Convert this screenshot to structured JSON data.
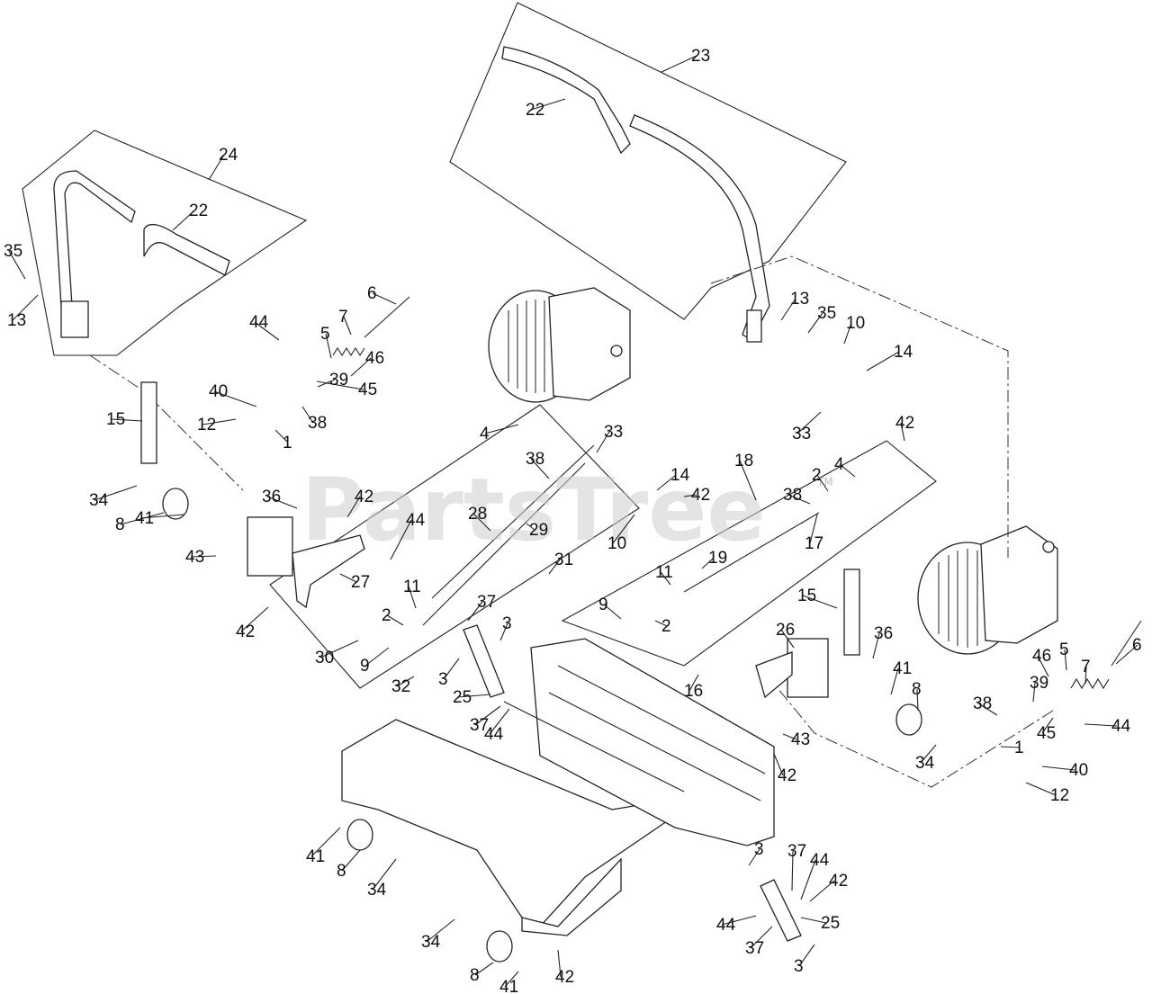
{
  "watermark": {
    "text": "PartsTree",
    "mark": "TM"
  },
  "callouts": [
    "23",
    "22",
    "24",
    "22",
    "35",
    "13",
    "6",
    "44",
    "7",
    "5",
    "46",
    "40",
    "45",
    "39",
    "12",
    "38",
    "1",
    "15",
    "13",
    "35",
    "10",
    "14",
    "33",
    "4",
    "33",
    "42",
    "38",
    "18",
    "14",
    "42",
    "2",
    "4",
    "34",
    "36",
    "42",
    "38",
    "8",
    "41",
    "28",
    "29",
    "10",
    "17",
    "43",
    "44",
    "19",
    "27",
    "31",
    "11",
    "9",
    "2",
    "42",
    "11",
    "37",
    "3",
    "2",
    "15",
    "26",
    "36",
    "6",
    "9",
    "46",
    "5",
    "7",
    "30",
    "32",
    "3",
    "25",
    "16",
    "41",
    "8",
    "39",
    "38",
    "44",
    "37",
    "44",
    "45",
    "43",
    "1",
    "34",
    "40",
    "42",
    "12",
    "3",
    "37",
    "44",
    "42",
    "41",
    "8",
    "34",
    "44",
    "25",
    "37",
    "34",
    "3",
    "8",
    "41",
    "42"
  ]
}
